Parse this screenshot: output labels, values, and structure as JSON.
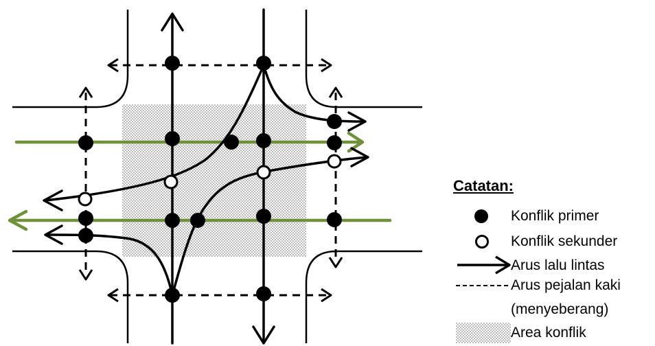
{
  "legend": {
    "title": "Catatan:",
    "items": [
      {
        "label": "Konflik primer",
        "symbol": "primary-conflict-dot"
      },
      {
        "label": "Konflik sekunder",
        "symbol": "secondary-conflict-dot"
      },
      {
        "label": "Arus lalu lintas",
        "symbol": "traffic-flow-arrow"
      },
      {
        "label": "Arus pejalan kaki",
        "symbol": "pedestrian-flow-dashed"
      },
      {
        "label": "(menyeberang)",
        "symbol": ""
      },
      {
        "label": "Area konflik",
        "symbol": "conflict-area-stipple"
      }
    ]
  },
  "colors": {
    "line": "#000000",
    "green_flow": "#6f913a",
    "stipple_dot": "#888888"
  }
}
